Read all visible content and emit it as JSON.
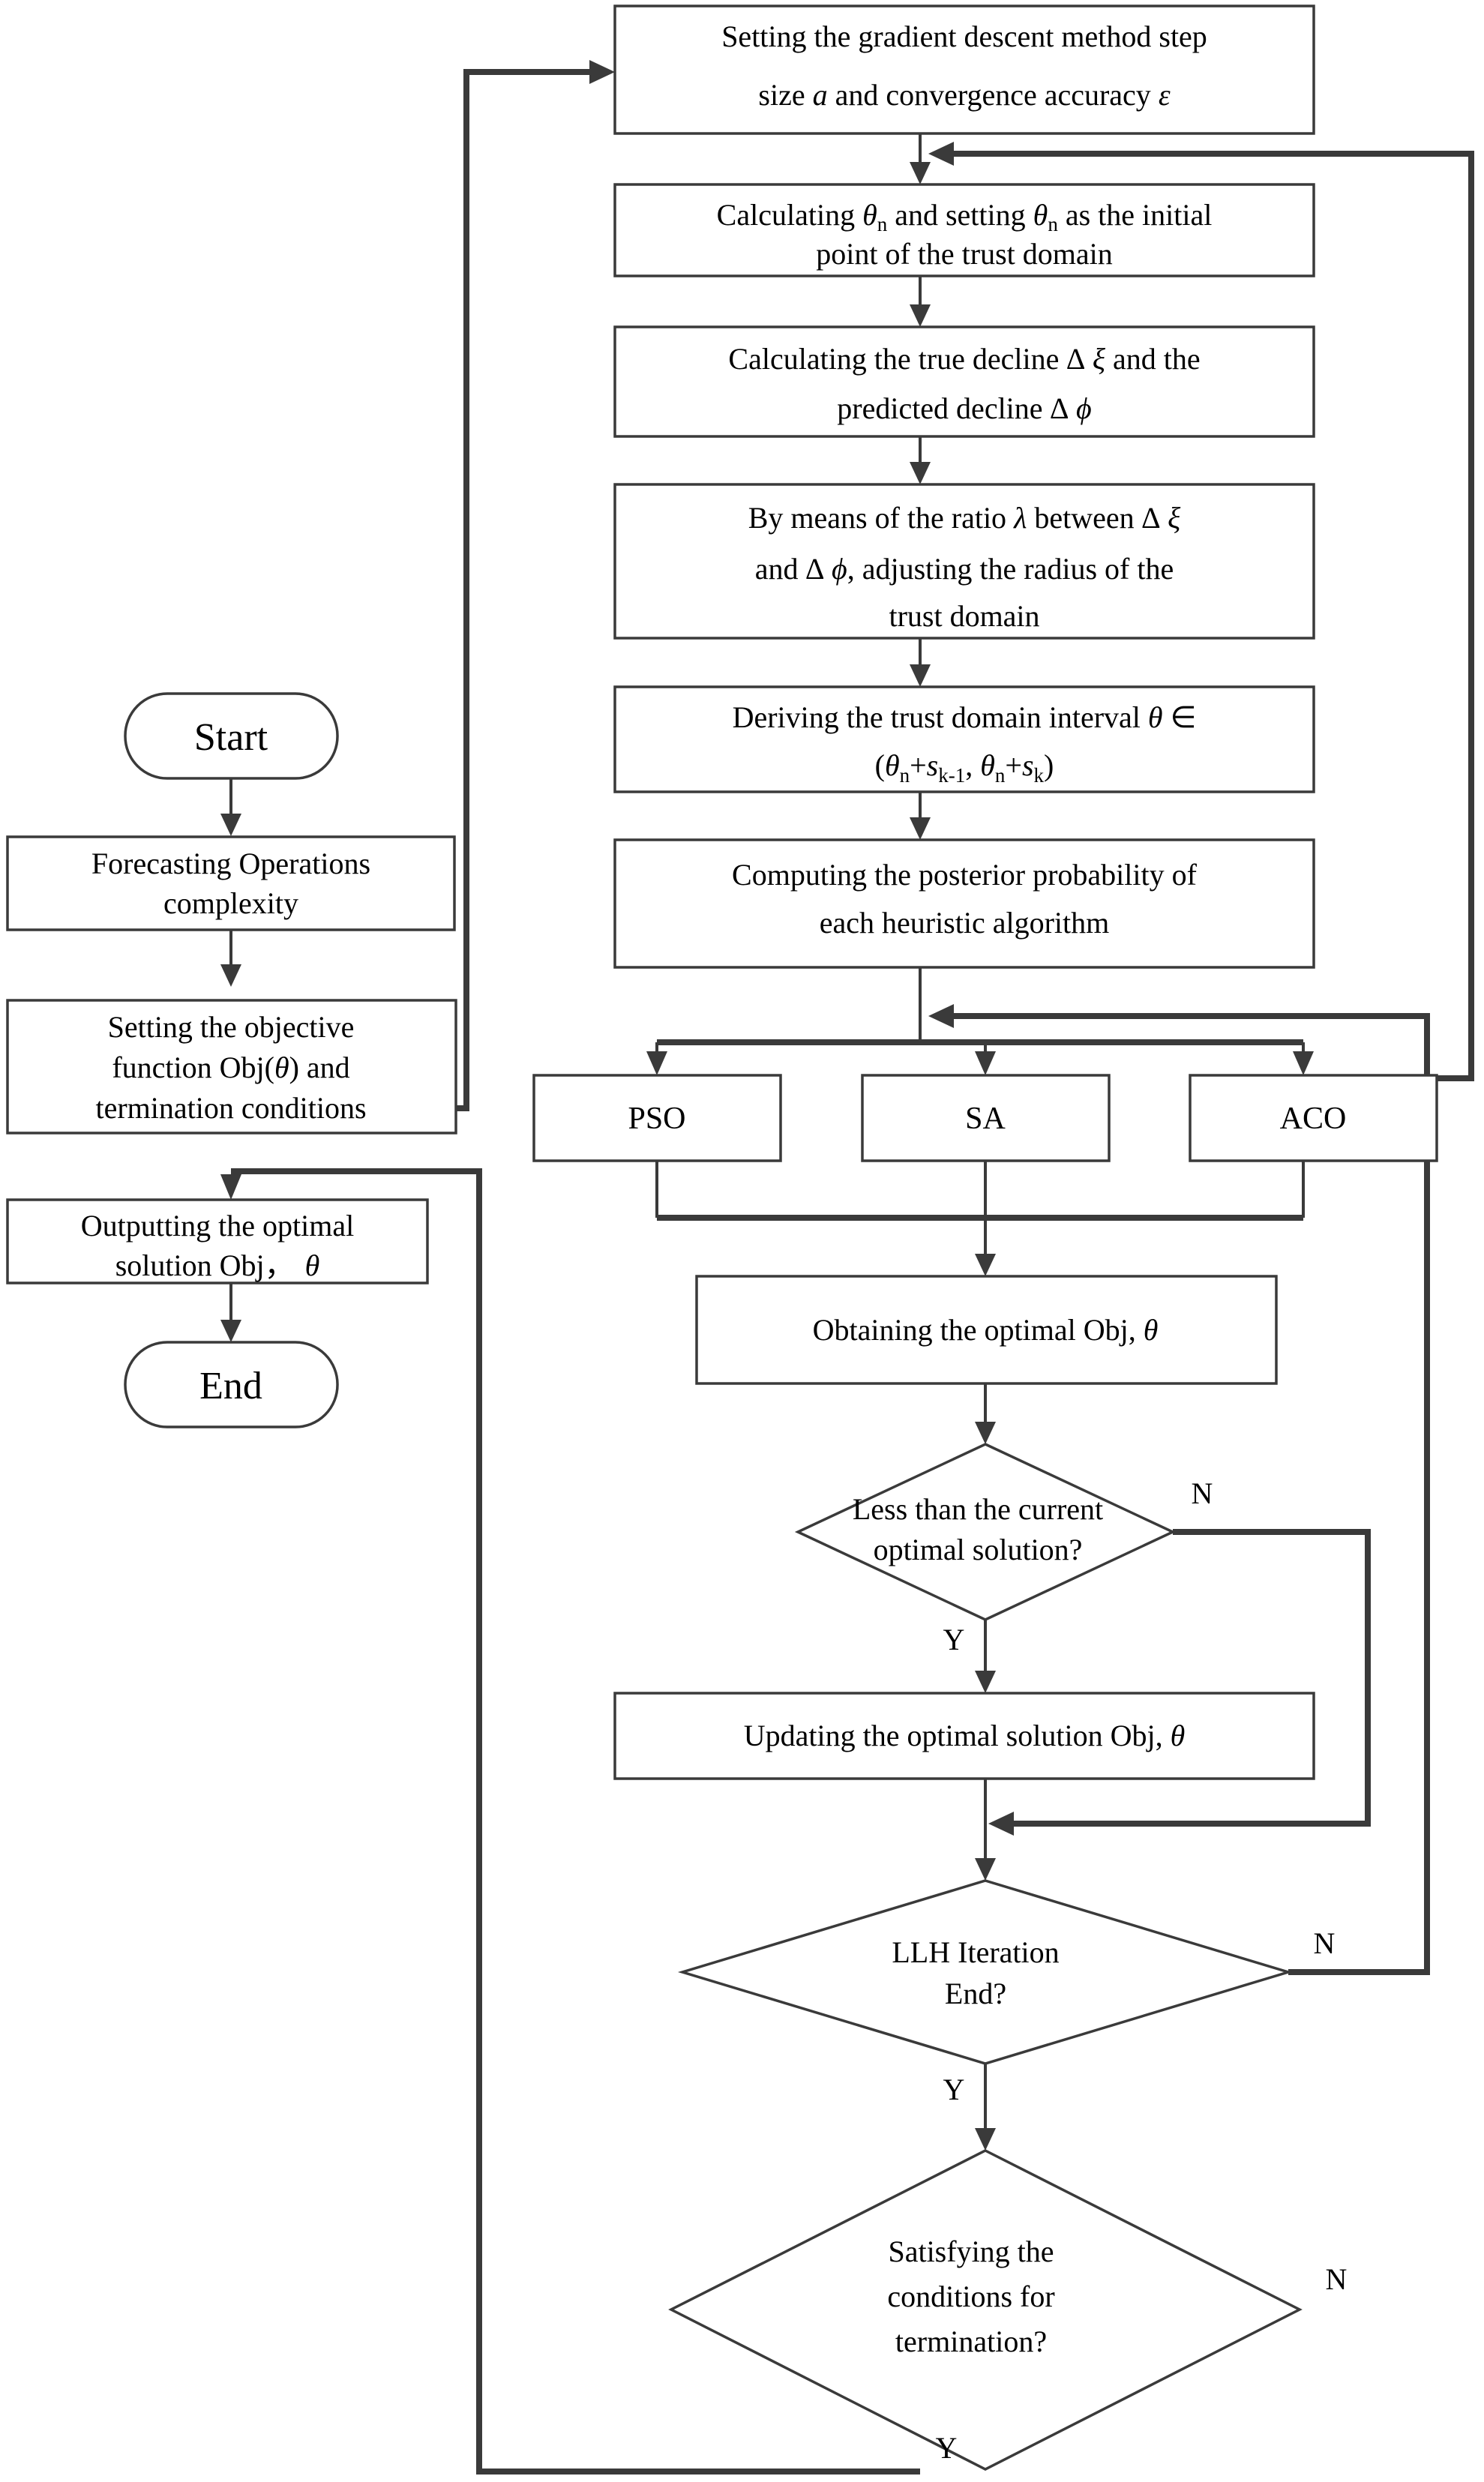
{
  "diagram": {
    "title": "Hyper-heuristic trust domain optimization flowchart",
    "type": "flowchart",
    "orientation": "vertical",
    "line_color": "#3a3a3a",
    "fill_color": "#ffffff",
    "text_color": "#000000"
  },
  "terminals": {
    "start": "Start",
    "end": "End"
  },
  "left_column": [
    {
      "id": "start",
      "shape": "rounded-terminal",
      "label": "Start"
    },
    {
      "id": "forecast",
      "shape": "process",
      "line1": "Forecasting Operations",
      "line2": "complexity"
    },
    {
      "id": "objective",
      "shape": "process",
      "line1": "Setting the objective",
      "line2_pre": "function Obj(",
      "line2_sym": "θ",
      "line2_post": ") and",
      "line3": "termination conditions"
    },
    {
      "id": "output",
      "shape": "process",
      "line1": "Outputting the optimal",
      "line2_pre": "solution Obj，",
      "line2_sym": "θ"
    },
    {
      "id": "end",
      "shape": "rounded-terminal",
      "label": "End"
    }
  ],
  "main_column": [
    {
      "id": "step-size",
      "shape": "process",
      "line1": "Setting the gradient descent method step",
      "line2_pre": "size ",
      "line2_sym1": "a",
      "line2_mid": " and convergence accuracy  ",
      "line2_sym2": "ε"
    },
    {
      "id": "calc-theta",
      "shape": "process",
      "line1_pre": "Calculating ",
      "line1_sym": "θ",
      "line1_sub": "n",
      "line1_mid": " and setting ",
      "line1_sym2": "θ",
      "line1_sub2": "n",
      "line1_post": " as the initial",
      "line2": "point of the trust domain"
    },
    {
      "id": "true-decline",
      "shape": "process",
      "line1_pre": "Calculating the true decline ",
      "line1_delta": "∆",
      "line1_sym": "ξ",
      "line1_post": " and the",
      "line2_pre": "predicted decline ",
      "line2_delta": "∆",
      "line2_sym": "ϕ"
    },
    {
      "id": "ratio-radius",
      "shape": "process",
      "line1_pre": "By means of the ratio ",
      "line1_sym": "λ",
      "line1_mid": " between ",
      "line1_delta": "∆",
      "line1_sym2": "ξ",
      "line2_pre": "and ",
      "line2_delta": "∆",
      "line2_sym": "ϕ",
      "line2_post": ", adjusting the radius of the",
      "line3": "trust domain"
    },
    {
      "id": "interval",
      "shape": "process",
      "line1_pre": "Deriving the trust domain interval ",
      "line1_sym": "θ",
      "line1_post": " ∈",
      "line2": "(θn+sk-1, θn+sk)",
      "line2_parts": [
        "(",
        "θ",
        "n",
        "+",
        "s",
        "k-1",
        ", ",
        "θ",
        "n",
        "+",
        "s",
        "k",
        ")"
      ]
    },
    {
      "id": "posterior",
      "shape": "process",
      "line1": "Computing the posterior probability of",
      "line2": "each heuristic algorithm"
    }
  ],
  "algorithms": [
    {
      "id": "pso",
      "label": "PSO"
    },
    {
      "id": "sa",
      "label": "SA"
    },
    {
      "id": "aco",
      "label": "ACO"
    }
  ],
  "obtain_box": {
    "id": "obtain-optimal",
    "line_pre": "Obtaining the optimal Obj, ",
    "line_sym": "θ"
  },
  "update_box": {
    "id": "update-optimal",
    "line_pre": "Updating the optimal solution Obj, ",
    "line_sym": "θ"
  },
  "decisions": [
    {
      "id": "less-than",
      "line1": "Less than the current",
      "line2": "optimal solution?",
      "yes_label": "Y",
      "no_label": "N"
    },
    {
      "id": "llh-iteration",
      "line1": "LLH Iteration",
      "line2": "End?",
      "yes_label": "Y",
      "no_label": "N"
    },
    {
      "id": "termination",
      "line1": "Satisfying the",
      "line2": "conditions for",
      "line3": "termination?",
      "yes_label": "Y",
      "no_label": "N"
    }
  ],
  "branch_labels": {
    "yes": "Y",
    "no": "N"
  }
}
